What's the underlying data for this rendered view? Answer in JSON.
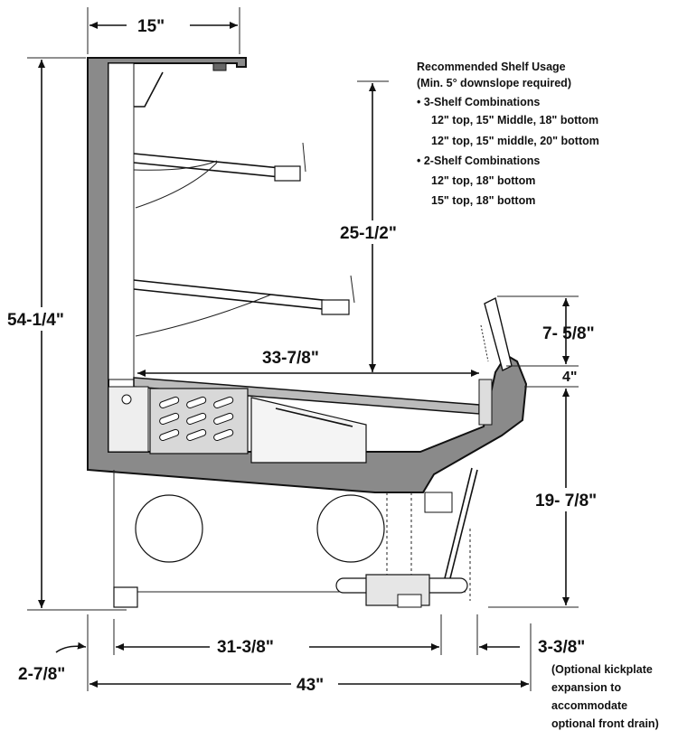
{
  "dimensions": {
    "top_width": "15\"",
    "overall_height": "54-1/4\"",
    "shelf_height": "25-1/2\"",
    "deck_depth": "33-7/8\"",
    "front_glass_height": "7- 5/8\"",
    "front_lip": "4\"",
    "front_height": "19- 7/8\"",
    "base_depth": "31-3/8\"",
    "rear_offset": "2-7/8\"",
    "overall_depth": "43\"",
    "kickplate": "3-3/8\""
  },
  "shelf_notes": {
    "title": "Recommended Shelf Usage",
    "subtitle": "(Min. 5° downslope required)",
    "three_shelf_heading": "• 3-Shelf Combinations",
    "three_shelf_1": "12\" top, 15\" Middle, 18\" bottom",
    "three_shelf_2": "12\" top, 15\" middle, 20\" bottom",
    "two_shelf_heading": "• 2-Shelf Combinations",
    "two_shelf_1": "12\" top, 18\" bottom",
    "two_shelf_2": "15\" top, 18\" bottom"
  },
  "kickplate_note": {
    "line1": "(Optional kickplate",
    "line2": "expansion to",
    "line3": "accommodate",
    "line4": "optional front drain)"
  },
  "colors": {
    "case_fill": "#8a8a8a",
    "line": "#111111"
  }
}
